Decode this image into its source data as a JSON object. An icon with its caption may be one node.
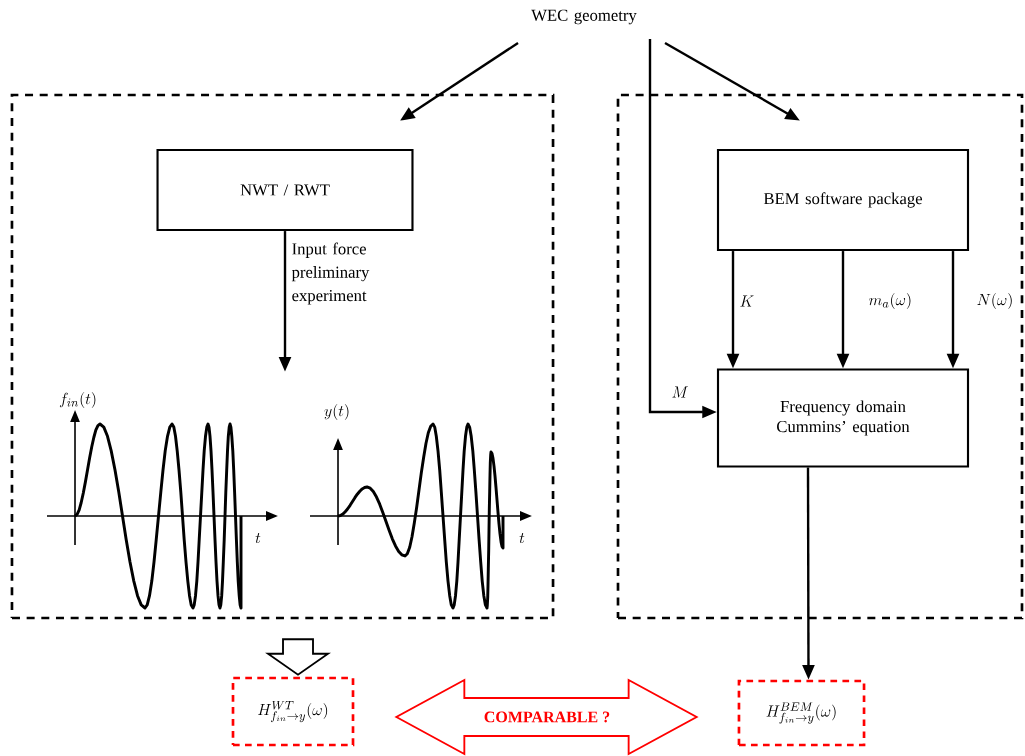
{
  "diagram": {
    "nodes": [
      {
        "text": [
          "WEC geometry"
        ]
      },
      {
        "text": [],
        "shape": "box"
      },
      {
        "text": [
          "NWT / RWT"
        ],
        "in": 1
      },
      {
        "text": [],
        "shape": "picture",
        "in": 1
      },
      {
        "text": [],
        "shape": "box"
      },
      {
        "text": [
          "BEM software package"
        ],
        "in": 4
      },
      {
        "text": [
          "Frequency domain Cummins’ equation"
        ],
        "in": 4
      },
      {
        "text": [
          "H^{WT}_{f_{in}\\to y}(\\omega)"
        ]
      },
      {
        "text": [
          "H^{BEM}_{f_{in}\\to y}(\\omega)"
        ]
      }
    ],
    "edges": [
      {
        "from": 0,
        "to": 1,
        "arrow": "to"
      },
      {
        "from": 0,
        "to": 4,
        "arrow": "to"
      },
      {
        "from": 0,
        "to": 6,
        "arrow": "to",
        "label": "M"
      },
      {
        "from": 2,
        "to": 3,
        "arrow": "to",
        "label": "Input force preliminary experiment"
      },
      {
        "from": 5,
        "to": 6,
        "arrow": "to",
        "label": "K"
      },
      {
        "from": 5,
        "to": 6,
        "arrow": "to",
        "label": "m_a(\\omega)"
      },
      {
        "from": 5,
        "to": 6,
        "arrow": "to",
        "label": "N(\\omega)"
      },
      {
        "from": 6,
        "to": 8,
        "arrow": "to"
      },
      {
        "from": 1,
        "to": 7,
        "arrow": "to",
        "style": "thick"
      },
      {
        "from": 7,
        "to": 8,
        "arrow": "both",
        "label": "COMPARABLE ?",
        "style": "thick",
        "color": "#ff0000"
      }
    ],
    "labels": [
      "f_{in}(t)",
      "t",
      "y(t)",
      "t"
    ]
  }
}
